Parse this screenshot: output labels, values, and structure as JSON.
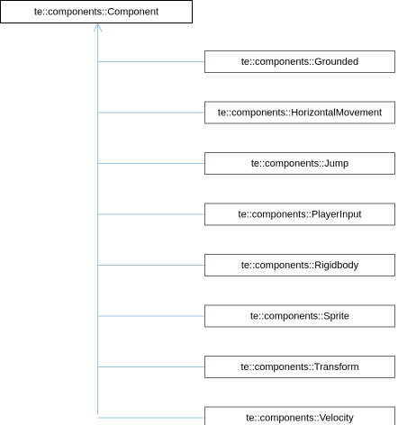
{
  "diagram": {
    "root": {
      "label": "te::components::Component"
    },
    "children": [
      {
        "label": "te::components::Grounded"
      },
      {
        "label": "te::components::HorizontalMovement"
      },
      {
        "label": "te::components::Jump"
      },
      {
        "label": "te::components::PlayerInput"
      },
      {
        "label": "te::components::Rigidbody"
      },
      {
        "label": "te::components::Sprite"
      },
      {
        "label": "te::components::Transform"
      },
      {
        "label": "te::components::Velocity"
      }
    ],
    "colors": {
      "edge": "#9bc1d9",
      "child_border": "#666666",
      "root_border": "#000000"
    }
  }
}
